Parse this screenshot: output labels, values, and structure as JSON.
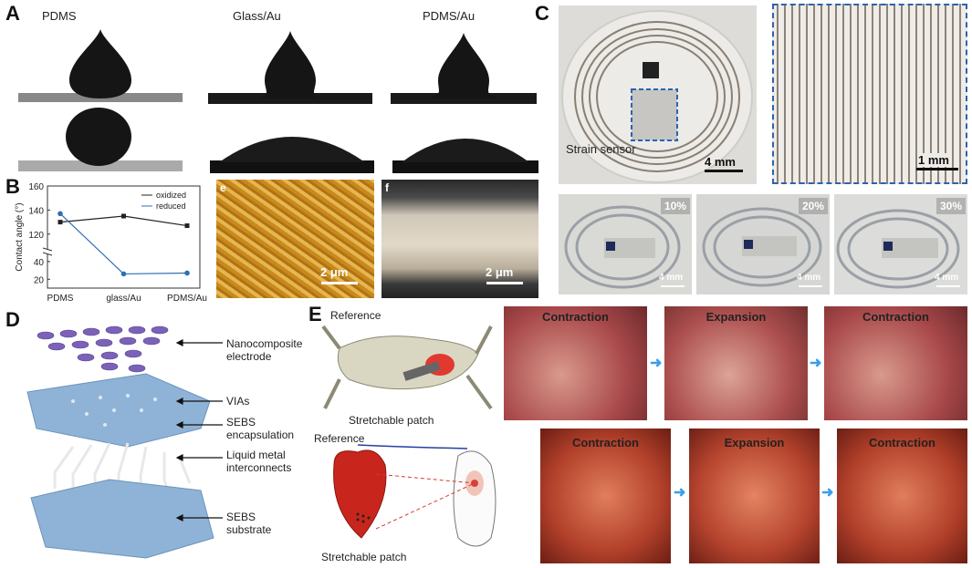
{
  "panels": {
    "A": {
      "letter": "A",
      "labels": [
        "PDMS",
        "Glass/Au",
        "PDMS/Au"
      ]
    },
    "B": {
      "letter": "B",
      "ylabel": "Contact angle (°)",
      "legend": [
        "oxidized",
        "reduced"
      ],
      "sub_e": "e",
      "sub_f": "f",
      "scale_e": "2 μm",
      "scale_f": "2 μm"
    },
    "C": {
      "letter": "C",
      "sensor_label": "Strain sensor",
      "scale_left": "4 mm",
      "scale_right": "1 mm",
      "strain_labels": [
        "10%",
        "20%",
        "30%"
      ],
      "small_scales": [
        "4 mm",
        "4 mm",
        "4 mm"
      ]
    },
    "D": {
      "letter": "D",
      "callouts": [
        "Nanocomposite electrode",
        "VIAs",
        "SEBS encapsulation",
        "Liquid metal interconnects",
        "SEBS substrate"
      ]
    },
    "E": {
      "letter": "E",
      "reference_top": "Reference",
      "patch_top": "Stretchable patch",
      "reference_bottom": "Reference",
      "patch_bottom": "Stretchable patch",
      "row1": [
        "Contraction",
        "Expansion",
        "Contraction"
      ],
      "row2": [
        "Contraction",
        "Expansion",
        "Contraction"
      ]
    }
  },
  "chart_data": {
    "type": "line",
    "categories": [
      "PDMS",
      "glass/Au",
      "PDMS/Au"
    ],
    "ylabel": "Contact angle (°)",
    "yticks": [
      "20",
      "40",
      "120",
      "140",
      "160"
    ],
    "axis_break": true,
    "series": [
      {
        "name": "oxidized",
        "values": [
          130,
          135,
          127
        ],
        "color": "#222222"
      },
      {
        "name": "reduced",
        "values": [
          137,
          26,
          27
        ],
        "color": "#2f6fb5"
      }
    ]
  }
}
